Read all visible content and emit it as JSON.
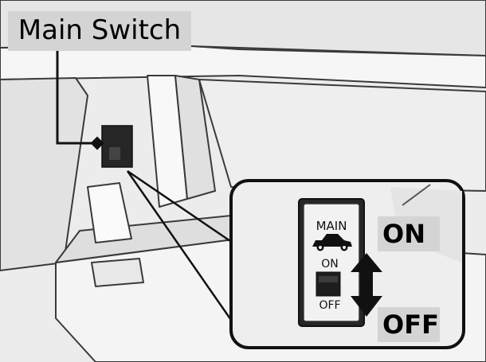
{
  "callouts": {
    "main_switch": "Main Switch",
    "on": "ON",
    "off": "OFF"
  },
  "switch_panel": {
    "top_label": "MAIN",
    "on_label": "ON",
    "off_label": "OFF"
  },
  "icons": {
    "car": "car-icon",
    "arrow": "double-arrow-icon"
  },
  "colors": {
    "line": "#222222",
    "panel_bg": "#f0f0f0",
    "switch_body": "#2a2a2a",
    "callout_bg": "#d4d4d4"
  }
}
